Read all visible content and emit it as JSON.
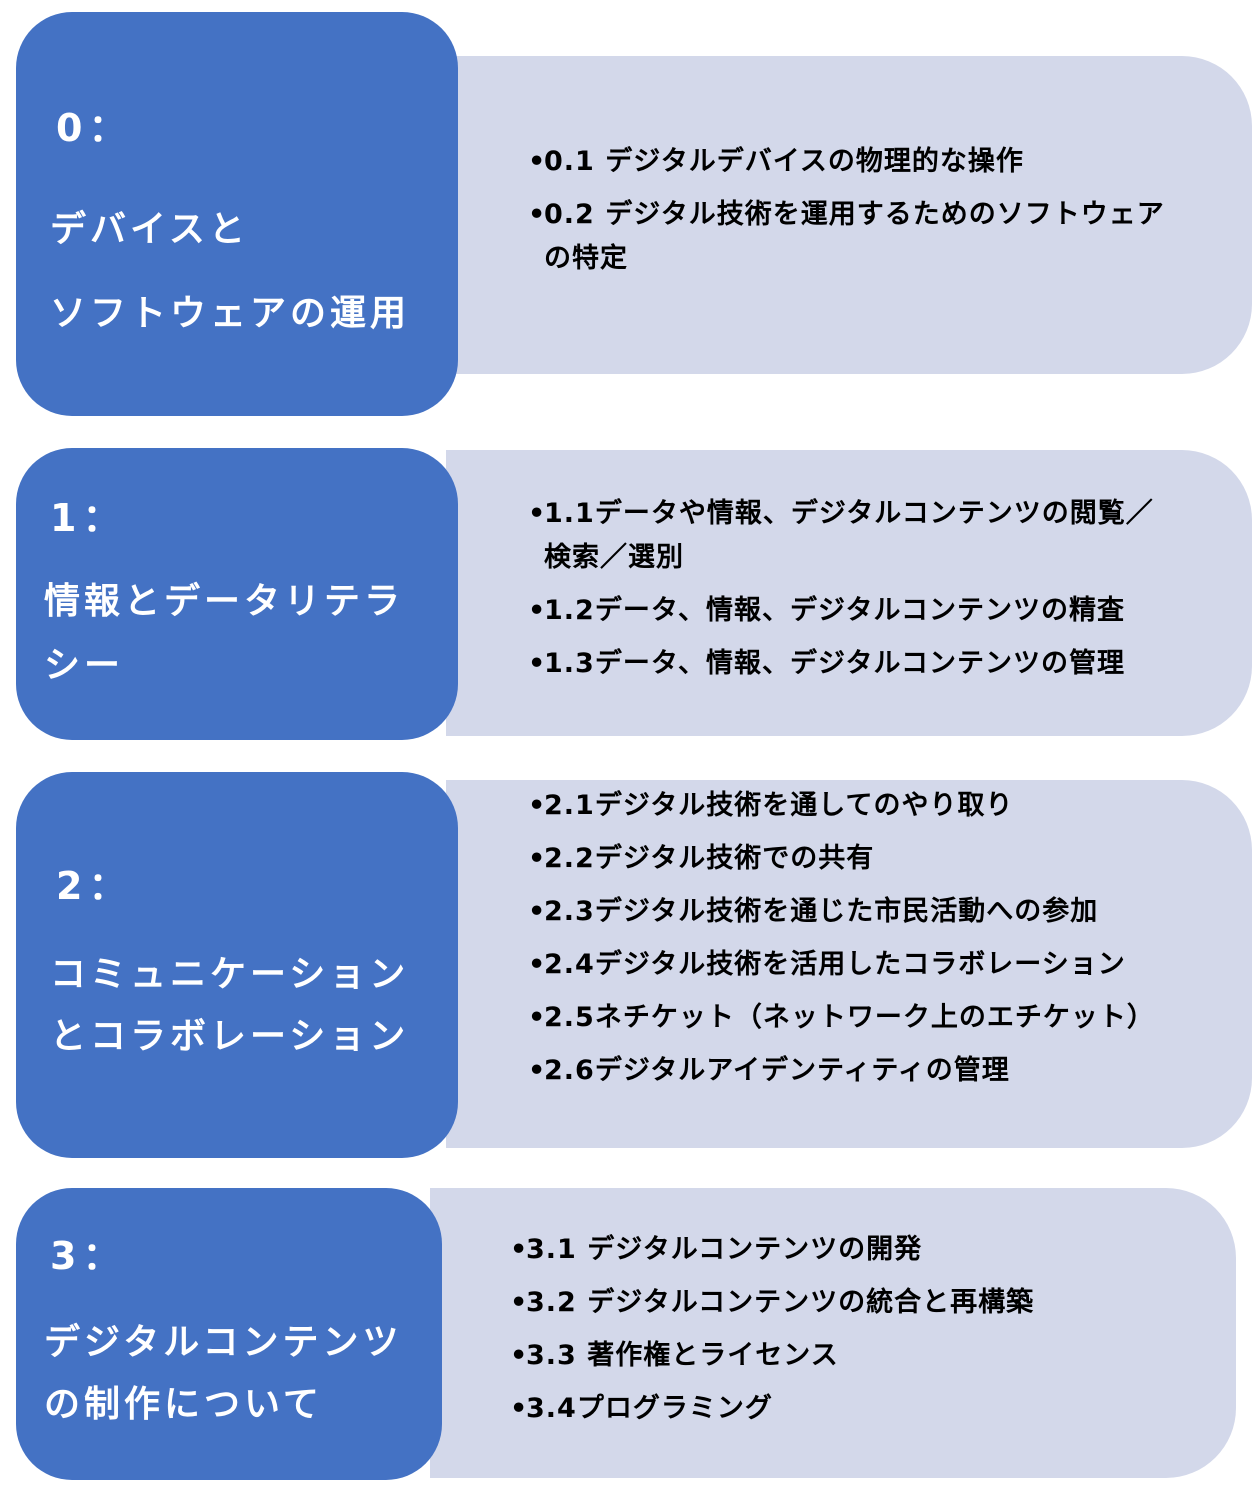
{
  "colors": {
    "header_bg": "#4472c4",
    "detail_bg": "#d3d8ea",
    "header_text": "#ffffff",
    "item_text": "#000000"
  },
  "bullet": "•",
  "sections": [
    {
      "number": "0：",
      "title": "デバイスと\nソフトウェアの運用",
      "items": [
        "0.1 デジタルデバイスの物理的な操作",
        "0.2 デジタル技術を運用するためのソフトウェアの特定"
      ]
    },
    {
      "number": "1：",
      "title": "情報とデータリテラシー",
      "items": [
        "1.1データや情報、デジタルコンテンツの閲覧／検索／選別",
        "1.2データ、情報、デジタルコンテンツの精査",
        "1.3データ、情報、デジタルコンテンツの管理"
      ]
    },
    {
      "number": "2：",
      "title": "コミュニケーションとコラボレーション",
      "items": [
        "2.1デジタル技術を通してのやり取り",
        "2.2デジタル技術での共有",
        "2.3デジタル技術を通じた市民活動への参加",
        "2.4デジタル技術を活用したコラボレーション",
        "2.5ネチケット（ネットワーク上のエチケット）",
        "2.6デジタルアイデンティティの管理"
      ]
    },
    {
      "number": "3：",
      "title": "デジタルコンテンツの制作について",
      "items": [
        "3.1 デジタルコンテンツの開発",
        "3.2 デジタルコンテンツの統合と再構築",
        "3.3 著作権とライセンス",
        "3.4プログラミング"
      ]
    }
  ]
}
